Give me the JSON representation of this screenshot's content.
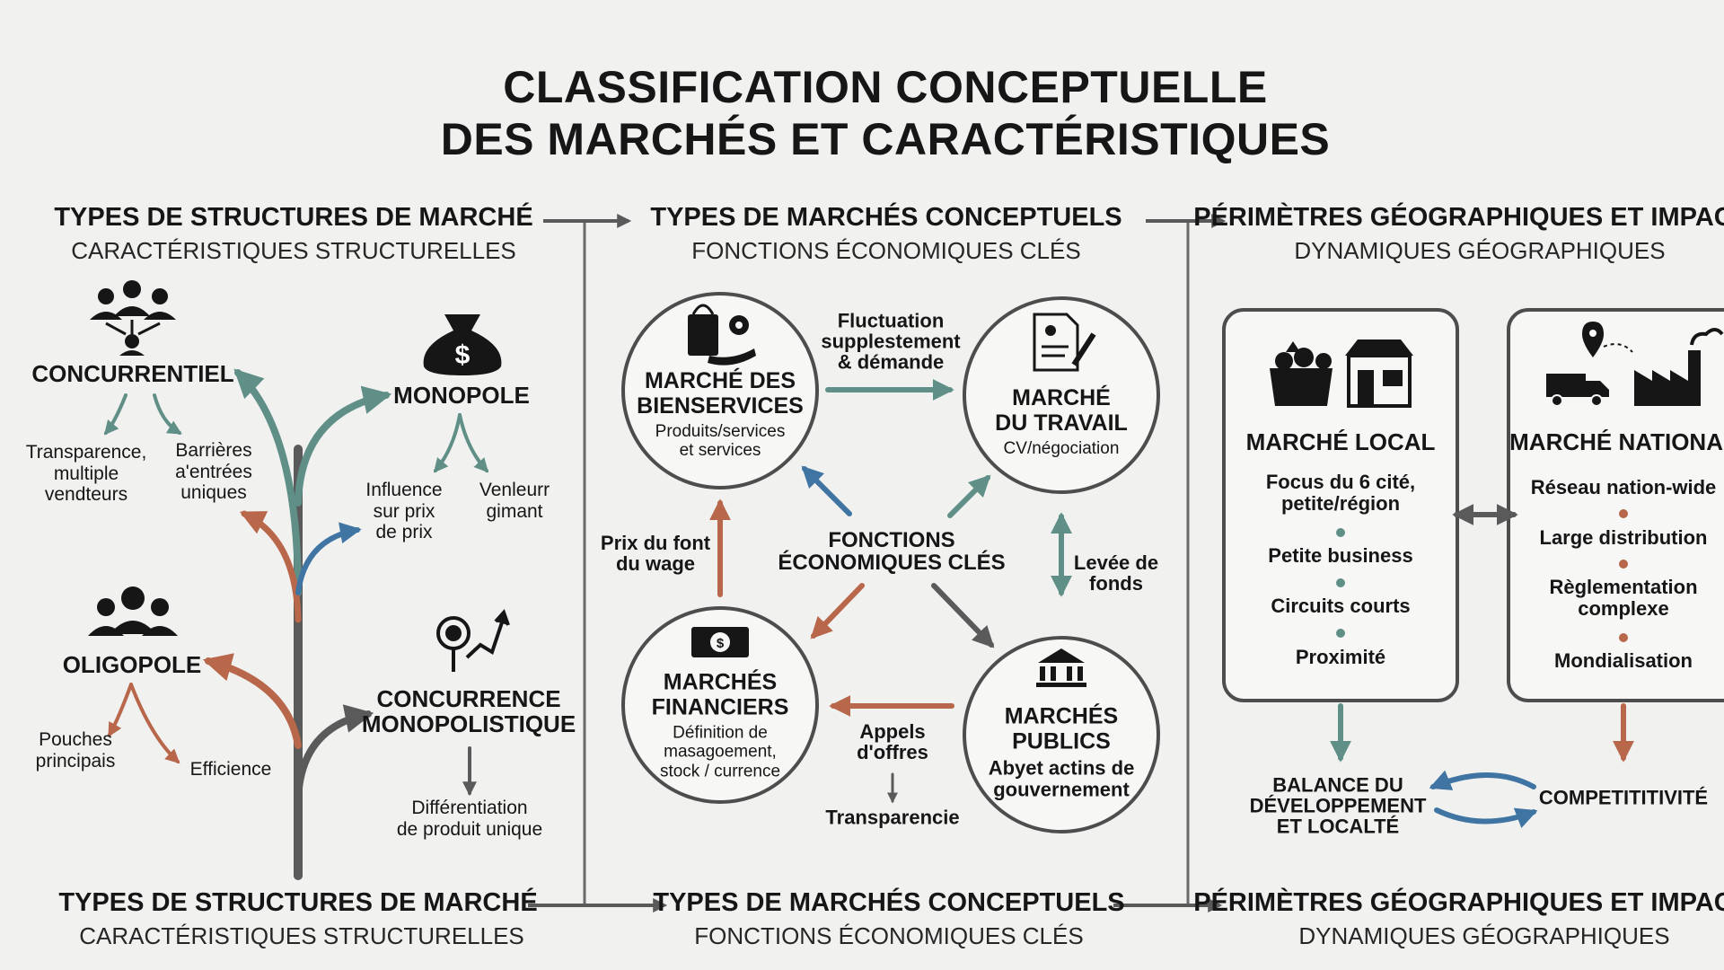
{
  "title": [
    "CLASSIFICATION CONCEPTUELLE",
    "DES MARCHÉS ET CARACTÉRISTIQUES"
  ],
  "columns": {
    "structures": {
      "heading": "TYPES DE STRUCTURES DE MARCHÉ",
      "subheading": "CARACTÉRISTIQUES STRUCTURELLES"
    },
    "conceptual": {
      "heading": "TYPES DE MARCHÉS CONCEPTUELS",
      "subheading": "FONCTIONS ÉCONOMIQUES CLÉS"
    },
    "geographic": {
      "heading": "PÉRIMÈTRES GÉOGRAPHIQUES ET IMPACTS",
      "subheading": "DYNAMIQUES GÉOGRAPHIQUES"
    }
  },
  "structures": {
    "concurrentiel": {
      "label": "CONCURRENTIEL",
      "traits": [
        "Transparence,\nmultiple\nvendteurs",
        "Barrières\na'entrées\nuniques"
      ]
    },
    "monopole": {
      "label": "MONOPOLE",
      "traits": [
        "Influence\nsur prix\nde prix",
        "Venleurr\ngimant"
      ]
    },
    "oligopole": {
      "label": "OLIGOPOLE",
      "traits": [
        "Pouches\nprincipais",
        "Efficience"
      ]
    },
    "concurrence_monopolistique": {
      "label": "CONCURRENCE\nMONOPOLISTIQUE",
      "traits": [
        "Différentiation\nde produit unique"
      ]
    }
  },
  "conceptual": {
    "center": "FONCTIONS\nÉCONOMIQUES CLÉS",
    "biens": {
      "title": "MARCHÉ DES\nBIENSERVICES",
      "desc": "Produits/services\net services"
    },
    "travail": {
      "title": "MARCHÉ\nDU TRAVAIL",
      "desc": "CV/négociation"
    },
    "financiers": {
      "title": "MARCHÉS\nFINANCIERS",
      "desc": "Définition de\nmasagoement,\nstock / currence"
    },
    "publics": {
      "title": "MARCHÉS\nPUBLICS",
      "desc": "Abyet actins de\ngouvernement"
    },
    "flows": {
      "biens_travail": "Fluctuation\nsupplestement\n& démande",
      "financiers_biens": "Prix du font\ndu wage",
      "travail_publics": "Levée de\nfonds",
      "publics_financiers": "Appels\nd'offres",
      "appels_result": "Transparencie"
    }
  },
  "geographic": {
    "local": {
      "title": "MARCHÉ LOCAL",
      "items": [
        "Focus du 6 cité,\npetite/région",
        "Petite business",
        "Circuits courts",
        "Proximité"
      ]
    },
    "national": {
      "title": "MARCHÉ NATIONAL",
      "items": [
        "Réseau nation-wide",
        "Large distribution",
        "Règlementation\ncomplexe",
        "Mondialisation"
      ]
    },
    "balance": "BALANCE DU\nDÉVELOPPEMENT\nET LOCALTÉ",
    "competitivite": "COMPETITITIVITÉ"
  },
  "colors": {
    "teal": "#5f8f86",
    "rust": "#b8674a",
    "blue": "#3f74a3",
    "gray": "#5a5a5a",
    "dark": "#161616"
  }
}
